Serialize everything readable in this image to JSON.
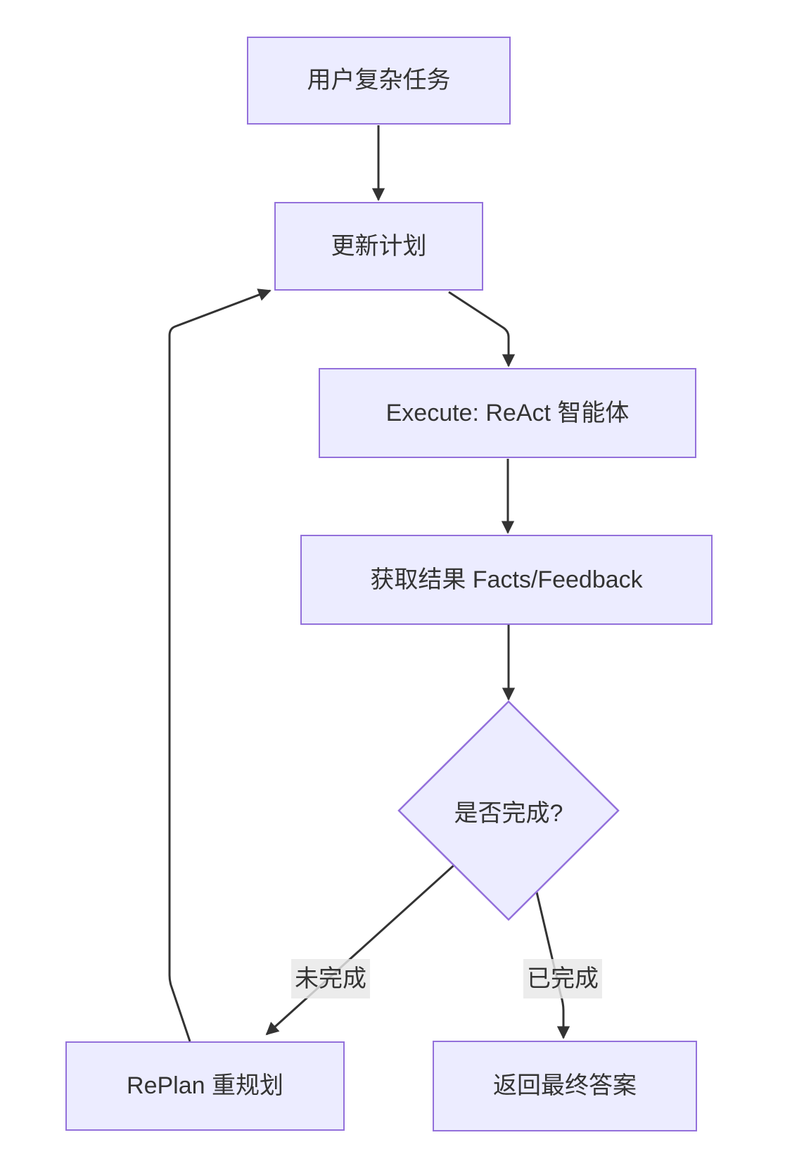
{
  "diagram": {
    "type": "flowchart",
    "direction": "top-down",
    "colors": {
      "node_fill": "#ECECFF",
      "node_border": "#9370DB",
      "edge_color": "#333333",
      "text_color": "#333333",
      "label_bg": "#e8e8e8",
      "canvas_bg": "#ffffff"
    },
    "nodes": [
      {
        "id": "user-task",
        "shape": "rect",
        "label": "用户复杂任务"
      },
      {
        "id": "update-plan",
        "shape": "rect",
        "label": "更新计划"
      },
      {
        "id": "execute",
        "shape": "rect",
        "label": "Execute: ReAct 智能体"
      },
      {
        "id": "results",
        "shape": "rect",
        "label": "获取结果 Facts/Feedback"
      },
      {
        "id": "decision",
        "shape": "diamond",
        "label": "是否完成?"
      },
      {
        "id": "replan",
        "shape": "rect",
        "label": "RePlan 重规划"
      },
      {
        "id": "final-answer",
        "shape": "rect",
        "label": "返回最终答案"
      }
    ],
    "edges": [
      {
        "from": "user-task",
        "to": "update-plan",
        "label": ""
      },
      {
        "from": "update-plan",
        "to": "execute",
        "label": ""
      },
      {
        "from": "execute",
        "to": "results",
        "label": ""
      },
      {
        "from": "results",
        "to": "decision",
        "label": ""
      },
      {
        "from": "decision",
        "to": "replan",
        "label": "未完成"
      },
      {
        "from": "decision",
        "to": "final-answer",
        "label": "已完成"
      },
      {
        "from": "replan",
        "to": "update-plan",
        "label": ""
      }
    ],
    "edge_labels": [
      {
        "label": "未完成"
      },
      {
        "label": "已完成"
      }
    ]
  }
}
